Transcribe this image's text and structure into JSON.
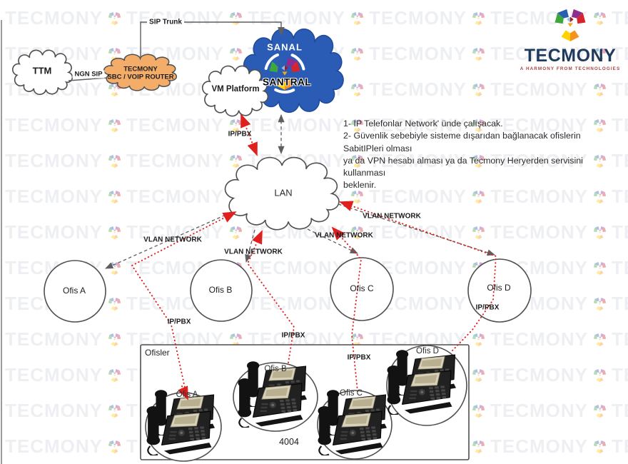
{
  "watermark": {
    "text": "TECMONY"
  },
  "logo": {
    "brand": "TECMONY",
    "tagline": "A HARMONY FROM TECHNOLOGIES"
  },
  "notes": {
    "lines": [
      "1- IP Telefonlar Network' ünde çalışacak.",
      "2- Güvenlik sebebiyle sisteme dışarıdan bağlanacak ofislerin SabitIPleri olması",
      "ya da VPN hesabı alması ya da Tecmony Heryerden servisini kullanması",
      "beklenir."
    ]
  },
  "nodes": {
    "ttm": {
      "label": "TTM"
    },
    "sbc": {
      "line1": "TECMONY",
      "line2": "SBC / VOIP ROUTER"
    },
    "santral": {
      "top": "SANAL",
      "bottom": "SANTRAL"
    },
    "vm": {
      "label": "VM Platform"
    },
    "lan": {
      "label": "LAN"
    },
    "offices": [
      {
        "label": "Ofis A"
      },
      {
        "label": "Ofis B"
      },
      {
        "label": "Ofis C"
      },
      {
        "label": "Ofis D"
      }
    ]
  },
  "links": {
    "ngn_sip": "NGN SIP",
    "sip_trunk": "SIP Trunk",
    "vlan_network": "VLAN NETWORK",
    "ip_pbx": "IP/PBX"
  },
  "bottom": {
    "title": "Ofisler",
    "extension": "4004",
    "groups": [
      {
        "label": "Ofis A"
      },
      {
        "label": "Ofis B"
      },
      {
        "label": "Ofis C"
      },
      {
        "label": "Ofis D"
      }
    ]
  },
  "colors": {
    "red": "#e01f1f",
    "gray": "#5f5f5f",
    "stroke": "#4f4f4f",
    "blue": "#2b5cb5",
    "orange": "#f4ad68",
    "navy": "#1f3a5c",
    "tagline": "#a8453f"
  }
}
